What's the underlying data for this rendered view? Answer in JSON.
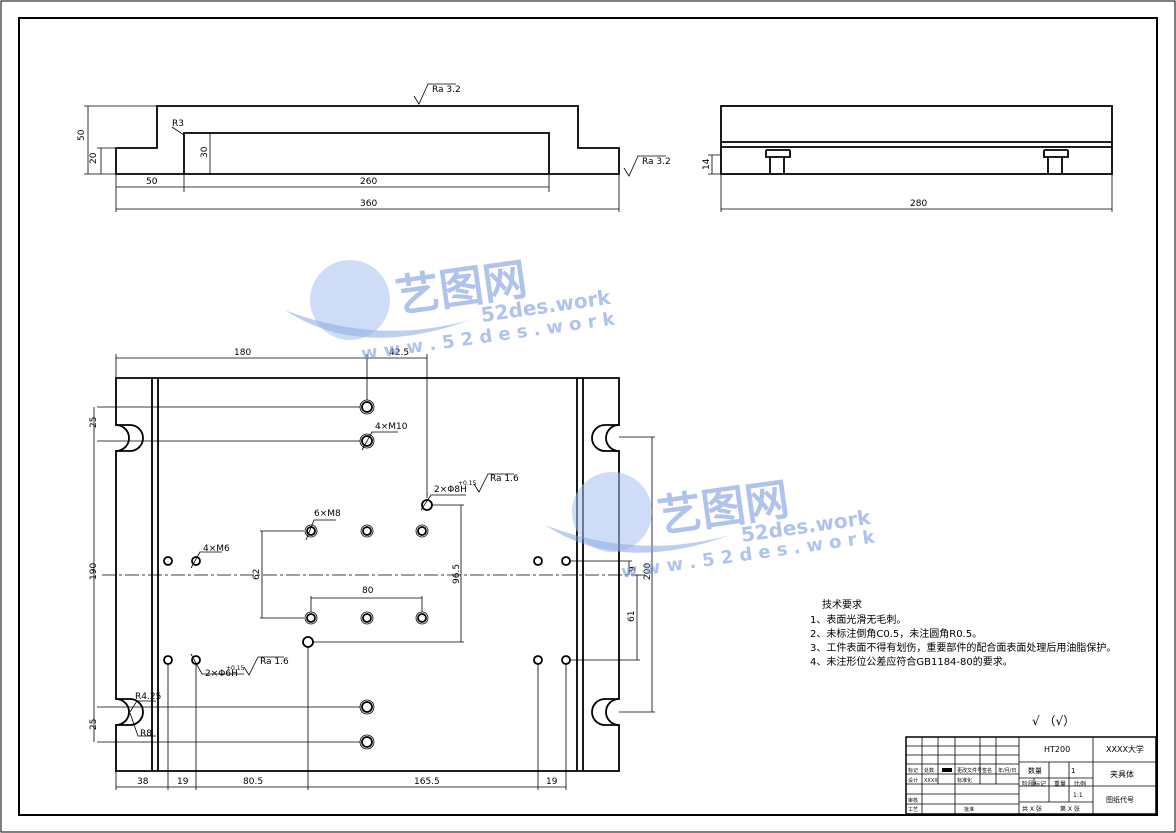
{
  "dimensions": {
    "top_height_50": "50",
    "top_height_20": "20",
    "top_height_30": "30",
    "top_fillet": "R3",
    "top_len_50": "50",
    "top_len_260": "260",
    "top_len_360": "360",
    "side_height_14": "14",
    "side_len_280": "280",
    "roughness_top": "Ra 3.2",
    "roughness_right": "Ra 3.2",
    "plan_180": "180",
    "plan_42_5": "42.5",
    "plan_25_top": "25",
    "plan_190": "190",
    "plan_25_bottom": "25",
    "plan_62": "62",
    "plan_80": "80",
    "plan_96_5": "96.5",
    "plan_9": "9",
    "plan_61": "61",
    "plan_200": "200",
    "plan_38": "38",
    "plan_19_left": "19",
    "plan_80_5": "80.5",
    "plan_165_5": "165.5",
    "plan_19_right": "19",
    "callout_4xM10": "4×M10",
    "callout_2xphi8": "2×Φ8H",
    "callout_2xphi8_tol": "+0.15",
    "callout_ra16_a": "Ra 1.6",
    "callout_6xM8": "6×M8",
    "callout_4xM6": "4×M6",
    "callout_2xphi6": "2×Φ6H",
    "callout_2xphi6_tol": "+0.15",
    "callout_ra16_b": "Ra 1.6",
    "callout_R4_25": "R4.25",
    "callout_R8": "R8"
  },
  "watermark": {
    "brand": "艺图网",
    "url_left": "w w w . 5 2 d e s . w o r k",
    "url_right": "52des.work",
    "color": "#7a9be0"
  },
  "requirements": {
    "heading": "技术要求",
    "items": [
      "1、表面光滑无毛刺。",
      "2、未标注倒角C0.5，未注圆角R0.5。",
      "3、工件表面不得有划伤，重要部件的配合面表面处理后用油脂保护。",
      "4、未注形位公差应符合GB1184-80的要求。"
    ],
    "general_roughness": "√ （√）"
  },
  "title_block": {
    "material": "HT200",
    "institution": "XXXX大学",
    "qty_label": "数量",
    "qty_value": "1",
    "part_name": "夹具体",
    "stage_label": "阶段标记",
    "weight_label": "重量",
    "scale_label": "比例",
    "scale_value": "1:1",
    "drawing_no_label": "图纸代号",
    "sheets_total": "共 X 张",
    "sheet_no": "第 X 张",
    "mark_label": "标记",
    "count_label": "处数",
    "zone_label": "更改文件号",
    "sign_label": "签名",
    "date_label": "年/月/日",
    "designer_label": "设计",
    "designer_value": "XXXX",
    "standard_label": "标准化",
    "review_label": "审核",
    "process_label": "工艺",
    "approve_label": "批准"
  }
}
